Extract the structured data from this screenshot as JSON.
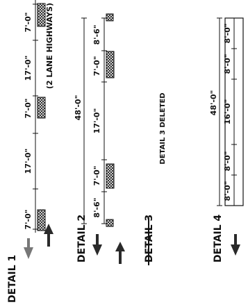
{
  "header_fragment": "(2 LANE HIGHWAYS)",
  "details": [
    {
      "label": "DETAIL 1",
      "dims": [
        "7'-0\"",
        "17'-0\"",
        "7'-0\"",
        "17'-0\"",
        "7'-0\""
      ]
    },
    {
      "label": "DETAIL 2",
      "overall": "48'-0\"",
      "dims": [
        "8'-6\"",
        "7'-0\"",
        "17'-0\"",
        "7'-0\"",
        "8'-6\""
      ]
    },
    {
      "label": "DETAIL 3",
      "deleted": true,
      "note": "DETAIL 3 DELETED"
    },
    {
      "label": "DETAIL 4",
      "overall": "48'-0\"",
      "dims": [
        "8'-0\"",
        "8'-0\"",
        "16'-0\"",
        "8'-0\"",
        "8'-0\""
      ]
    }
  ],
  "colors": {
    "ink": "#111111",
    "arrow_dark": "#2a2a2a",
    "arrow_gray": "#777777"
  }
}
